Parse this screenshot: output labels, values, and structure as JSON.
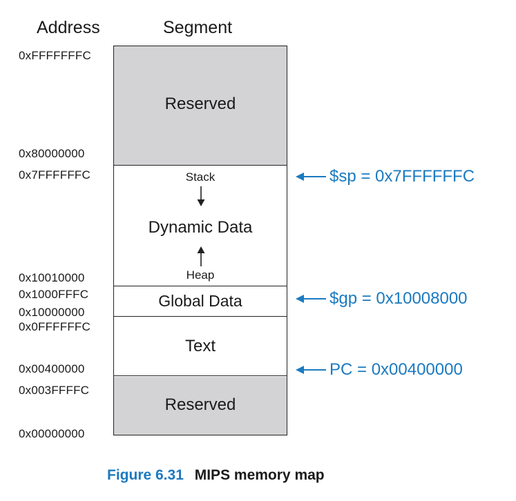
{
  "headers": {
    "address": "Address",
    "segment": "Segment"
  },
  "addresses": [
    "0xFFFFFFFC",
    "0x80000000",
    "0x7FFFFFFC",
    "0x10010000",
    "0x1000FFFC",
    "0x10000000",
    "0x0FFFFFFC",
    "0x00400000",
    "0x003FFFFC",
    "0x00000000"
  ],
  "segments": {
    "reserved_top": "Reserved",
    "dynamic_data": "Dynamic Data",
    "stack": "Stack",
    "heap": "Heap",
    "global_data": "Global Data",
    "text": "Text",
    "reserved_bottom": "Reserved"
  },
  "pointers": {
    "sp": "$sp = 0x7FFFFFFC",
    "gp": "$gp = 0x10008000",
    "pc": "PC = 0x00400000"
  },
  "caption": {
    "figure_number": "Figure 6.31",
    "title": "MIPS memory map"
  },
  "colors": {
    "accent": "#1b7ac0",
    "reserved_fill": "#d3d3d5"
  }
}
